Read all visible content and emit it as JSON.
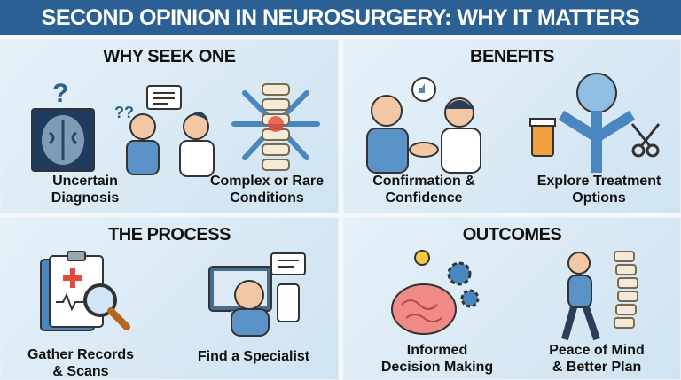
{
  "title": "SECOND OPINION IN NEUROSURGERY: WHY IT MATTERS",
  "panels": [
    {
      "title": "WHY SEEK ONE",
      "items": [
        {
          "line1": "Uncertain",
          "line2": "Diagnosis",
          "icon": "brain-scan-icon"
        },
        {
          "line1": "Complex or Rare",
          "line2": "Conditions",
          "icon": "spine-icon"
        }
      ]
    },
    {
      "title": "BENEFITS",
      "items": [
        {
          "line1": "Confirmation &",
          "line2": "Confidence",
          "icon": "handshake-icon"
        },
        {
          "line1": "Explore Treatment",
          "line2": "Options",
          "icon": "branching-arrows-icon"
        }
      ]
    },
    {
      "title": "THE PROCESS",
      "items": [
        {
          "line1": "Gather Records",
          "line2": "& Scans",
          "icon": "clipboard-magnifier-icon"
        },
        {
          "line1": "Find a Specialist",
          "line2": "",
          "icon": "computer-specialist-icon"
        }
      ]
    },
    {
      "title": "OUTCOMES",
      "items": [
        {
          "line1": "Informed",
          "line2": "Decision Making",
          "icon": "brain-gears-icon"
        },
        {
          "line1": "Peace of Mind",
          "line2": "& Better Plan",
          "icon": "walking-person-spine-icon"
        }
      ]
    }
  ],
  "colors": {
    "header": "#2b6094",
    "panel": "#dbeaf5"
  }
}
